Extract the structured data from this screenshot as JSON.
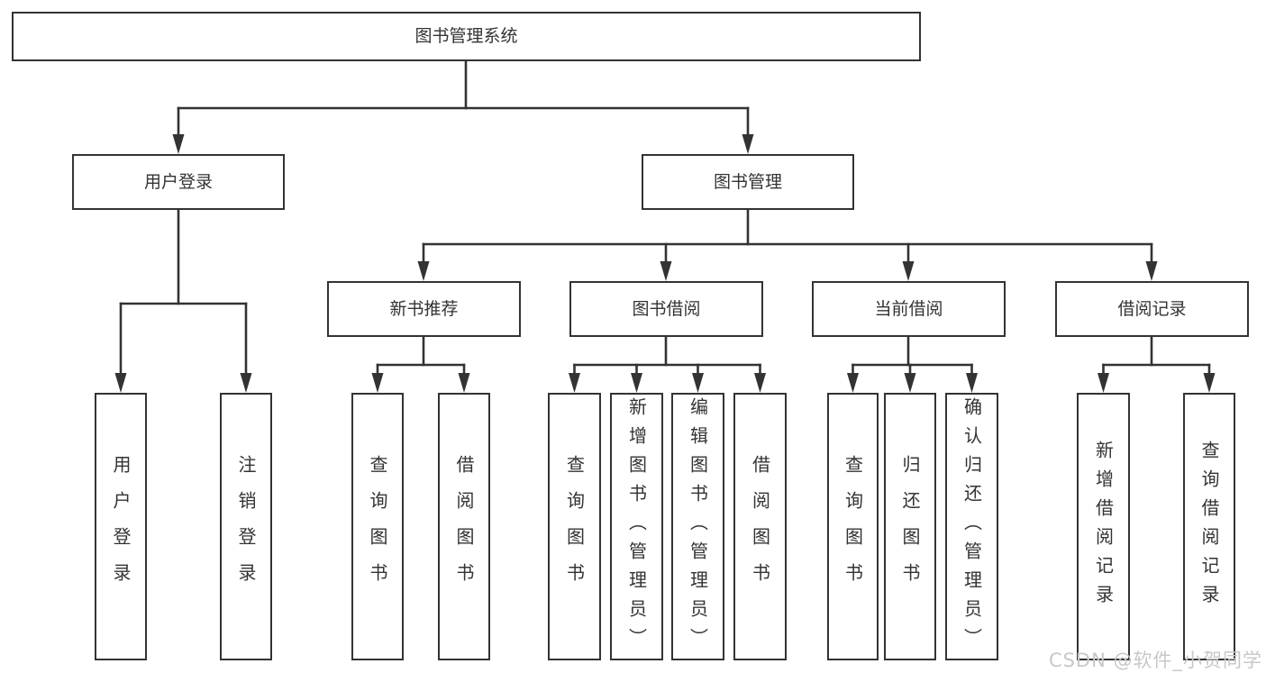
{
  "diagram": {
    "root": {
      "label": "图书管理系统"
    },
    "level2": [
      {
        "label": "用户登录"
      },
      {
        "label": "图书管理"
      }
    ],
    "level3": [
      {
        "label": "新书推荐"
      },
      {
        "label": "图书借阅"
      },
      {
        "label": "当前借阅"
      },
      {
        "label": "借阅记录"
      }
    ],
    "leaves": {
      "user_login": [
        {
          "label": "用户登录"
        },
        {
          "label": "注销登录"
        }
      ],
      "new_book": [
        {
          "label": "查询图书"
        },
        {
          "label": "借阅图书"
        }
      ],
      "book_borrow": [
        {
          "label": "查询图书"
        },
        {
          "label": "新增图书（管理员）"
        },
        {
          "label": "编辑图书（管理员）"
        },
        {
          "label": "借阅图书"
        }
      ],
      "current_borrow": [
        {
          "label": "查询图书"
        },
        {
          "label": "归还图书"
        },
        {
          "label": "确认归还（管理员）"
        }
      ],
      "borrow_record": [
        {
          "label": "新增借阅记录"
        },
        {
          "label": "查询借阅记录"
        }
      ]
    }
  },
  "watermark": {
    "text": "CSDN @软件_小贺同学"
  },
  "colors": {
    "line": "#333333",
    "text": "#333333",
    "box_background": "#ffffff",
    "watermark": "#c7c8c9",
    "background": "#ffffff"
  }
}
